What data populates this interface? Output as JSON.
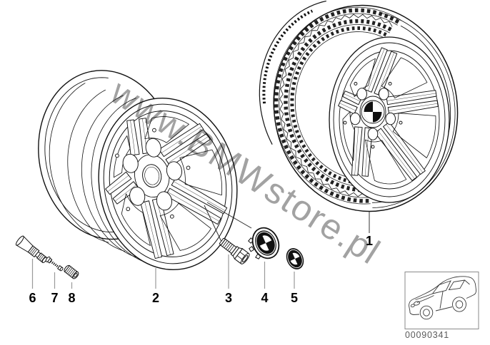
{
  "watermark_text": "www.BMWstore.pl",
  "part_code": "00090341",
  "callout_labels": [
    "1",
    "2",
    "3",
    "4",
    "5",
    "6",
    "7",
    "8"
  ],
  "colors": {
    "line": "#111111",
    "leader": "#9a9a9a",
    "watermark": "#a2a2a2"
  }
}
